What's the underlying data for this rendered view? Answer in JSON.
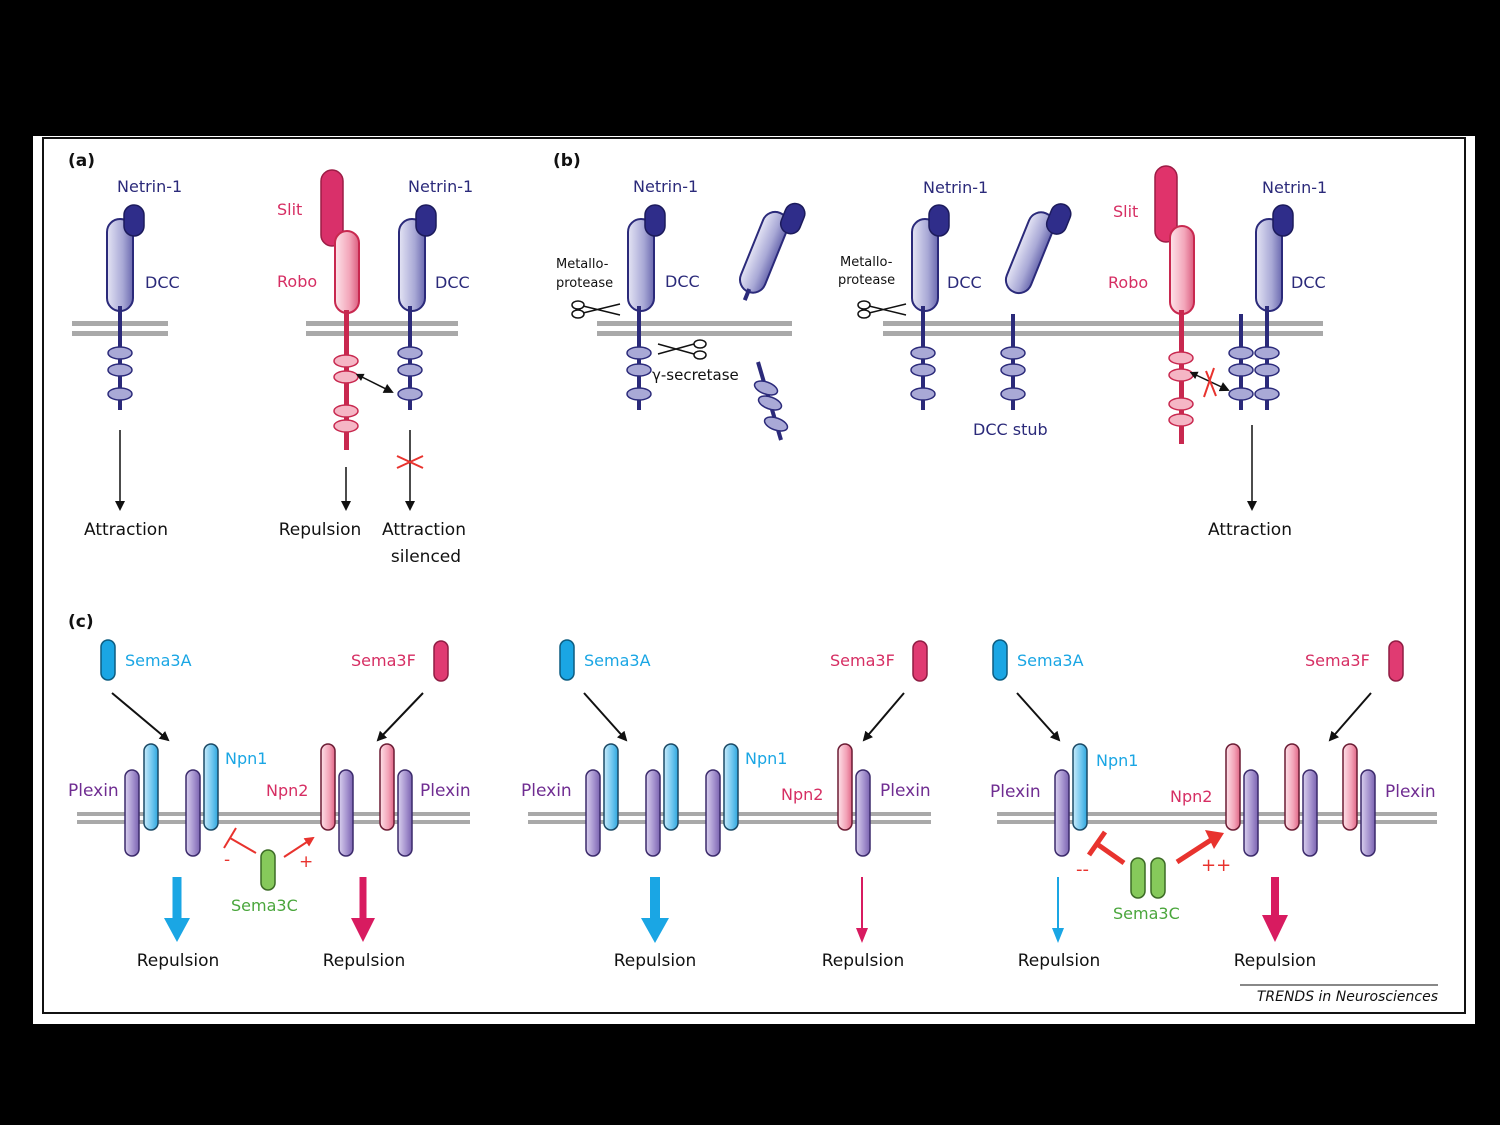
{
  "colors": {
    "dcc_navy": "#2b2a7a",
    "dcc_body": "#b3b3d9",
    "robo_red": "#c8284f",
    "slit_pink": "#e0336b",
    "robo_light": "#f5b6c5",
    "plexin_purple": "#a796cf",
    "npn1_blue": "#63c1ec",
    "sema3a_blue": "#1aa6e4",
    "sema3f_pink": "#e03b72",
    "sema3c_green": "#86c95b",
    "membrane_gray": "#a9a9a9",
    "inhibit_red": "#e8332e",
    "label_navy": "#2b2a7a",
    "label_pink": "#d62e63",
    "label_blue": "#1aa6e4",
    "label_purple": "#6f2c91",
    "label_green": "#4aa63c"
  },
  "panel_a": {
    "tag": "(a)",
    "netrin_left": "Netrin-1",
    "dcc_left": "DCC",
    "attraction": "Attraction",
    "slit": "Slit",
    "robo": "Robo",
    "netrin_right": "Netrin-1",
    "dcc_right": "DCC",
    "repulsion": "Repulsion",
    "silenced_line1": "Attraction",
    "silenced_line2": "silenced"
  },
  "panel_b": {
    "tag": "(b)",
    "netrin_1": "Netrin-1",
    "metallo1_line1": "Metallo-",
    "metallo1_line2": "protease",
    "dcc_1": "DCC",
    "gamma": "γ-secretase",
    "netrin_2": "Netrin-1",
    "metallo2_line1": "Metallo-",
    "metallo2_line2": "protease",
    "dcc_2": "DCC",
    "dcc_stub": "DCC stub",
    "slit": "Slit",
    "robo": "Robo",
    "netrin_3": "Netrin-1",
    "dcc_3": "DCC",
    "attraction": "Attraction"
  },
  "panel_c": {
    "tag": "(c)",
    "sema3a": "Sema3A",
    "sema3f": "Sema3F",
    "sema3c": "Sema3C",
    "plexin": "Plexin",
    "npn1": "Npn1",
    "npn2": "Npn2",
    "repulsion": "Repulsion",
    "minus": "-",
    "plus": "+",
    "double_minus": "--",
    "double_plus": "++"
  },
  "credit": "TRENDS in Neurosciences"
}
